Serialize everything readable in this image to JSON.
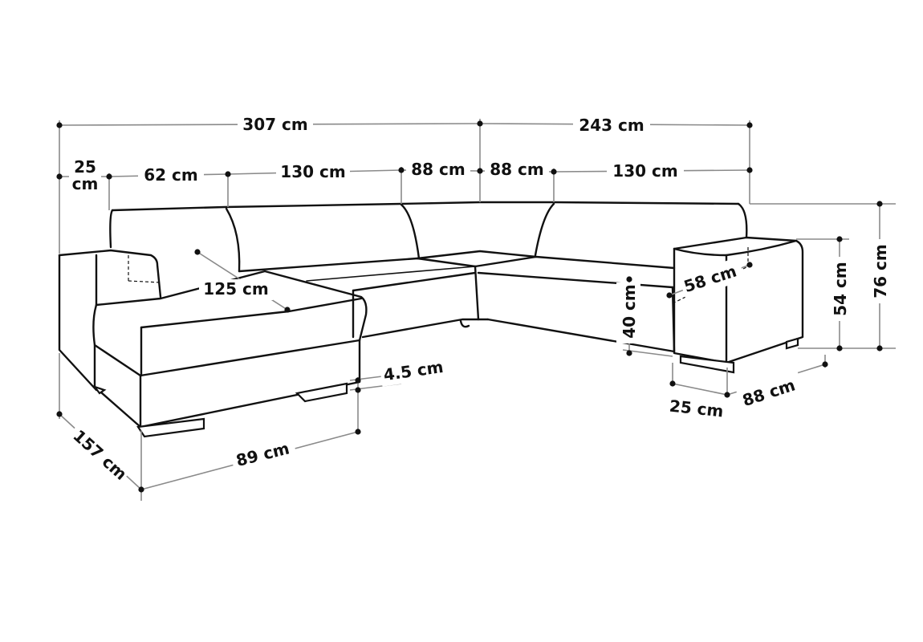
{
  "diagram": {
    "subject": "u-shaped-corner-sofa",
    "colors": {
      "outline": "#111111",
      "dimension_line": "#8a8a8a",
      "background": "#ffffff"
    },
    "dimensions": {
      "total_left_width": "307 cm",
      "total_right_width": "243 cm",
      "armrest_depth_line1": "25",
      "armrest_depth_line2": "cm",
      "left_arm_section": "62 cm",
      "left_back_section": "130 cm",
      "corner_left": "88 cm",
      "corner_right": "88 cm",
      "right_back_section": "130 cm",
      "chaise_length": "125 cm",
      "seat_height": "40 cm",
      "seat_depth": "58 cm",
      "arm_height": "54 cm",
      "total_height": "76 cm",
      "leg_height": "4.5 cm",
      "chaise_width": "89 cm",
      "chaise_total_depth": "157 cm",
      "right_arm_width": "25 cm",
      "right_depth": "88 cm"
    }
  }
}
